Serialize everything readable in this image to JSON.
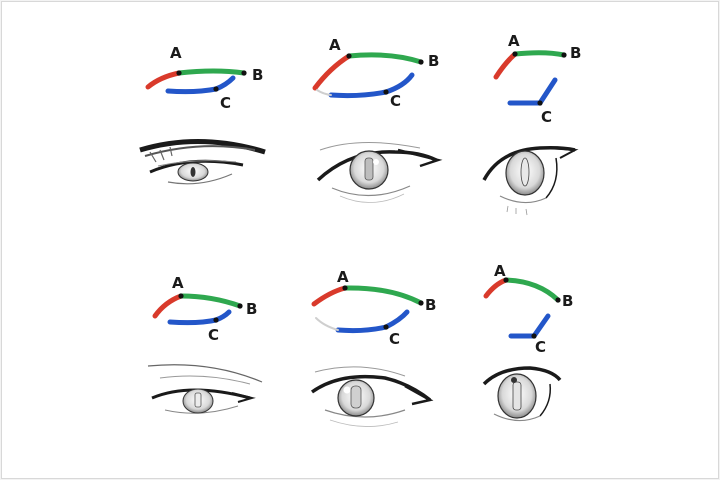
{
  "labels": {
    "a": "A",
    "b": "B",
    "c": "C"
  },
  "colors": {
    "segment_a": "#d93a2b",
    "segment_b": "#2fa84f",
    "segment_c": "#2356c9",
    "ink": "#1a1a1a"
  },
  "panels": [
    {
      "id": "r1-c1",
      "guide": {
        "a": "A",
        "b": "B",
        "c": "C"
      }
    },
    {
      "id": "r1-c2",
      "guide": {
        "a": "A",
        "b": "B",
        "c": "C"
      }
    },
    {
      "id": "r1-c3",
      "guide": {
        "a": "A",
        "b": "B",
        "c": "C"
      }
    },
    {
      "id": "r2-c1",
      "guide": {
        "a": "A",
        "b": "B",
        "c": "C"
      }
    },
    {
      "id": "r2-c2",
      "guide": {
        "a": "A",
        "b": "B",
        "c": "C"
      }
    },
    {
      "id": "r2-c3",
      "guide": {
        "a": "A",
        "b": "B",
        "c": "C"
      }
    }
  ]
}
